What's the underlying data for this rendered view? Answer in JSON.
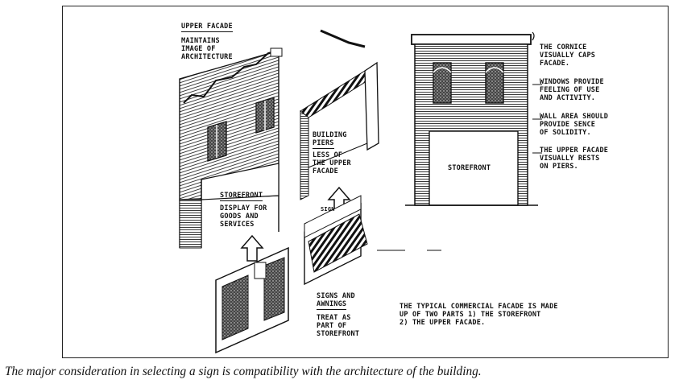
{
  "figure": {
    "labels": {
      "upper_facade_title": "UPPER FACADE",
      "upper_facade_desc": [
        "MAINTAINS",
        "IMAGE OF",
        "ARCHITECTURE"
      ],
      "storefront_title": "STOREFRONT",
      "storefront_desc": [
        "DISPLAY FOR",
        "GOODS AND",
        "SERVICES"
      ],
      "piers_title": [
        "BUILDING",
        "PIERS"
      ],
      "piers_desc": [
        "LESS OF",
        "THE UPPER",
        "FACADE"
      ],
      "signs_title": [
        "SIGNS AND",
        "AWNINGS"
      ],
      "signs_desc": [
        "TREAT AS",
        "PART OF",
        "STOREFRONT"
      ],
      "sign_text": "SIGN",
      "elevation_storefront": "STOREFRONT",
      "cornice_note": [
        "THE CORNICE",
        "VISUALLY CAPS",
        "FACADE."
      ],
      "windows_note": [
        "WINDOWS PROVIDE",
        "FEELING OF USE",
        "AND ACTIVITY."
      ],
      "wall_note": [
        "WALL AREA SHOULD",
        "PROVIDE SENCE",
        "OF SOLIDITY."
      ],
      "upper_note": [
        "THE UPPER FACADE",
        "VISUALLY RESTS",
        "ON PIERS."
      ],
      "summary": [
        "THE TYPICAL COMMERCIAL FACADE IS MADE",
        "UP OF TWO PARTS   1) THE STOREFRONT",
        "2) THE UPPER FACADE."
      ]
    }
  },
  "caption": "The major consideration in selecting a sign is compatibility with the architecture of the building."
}
